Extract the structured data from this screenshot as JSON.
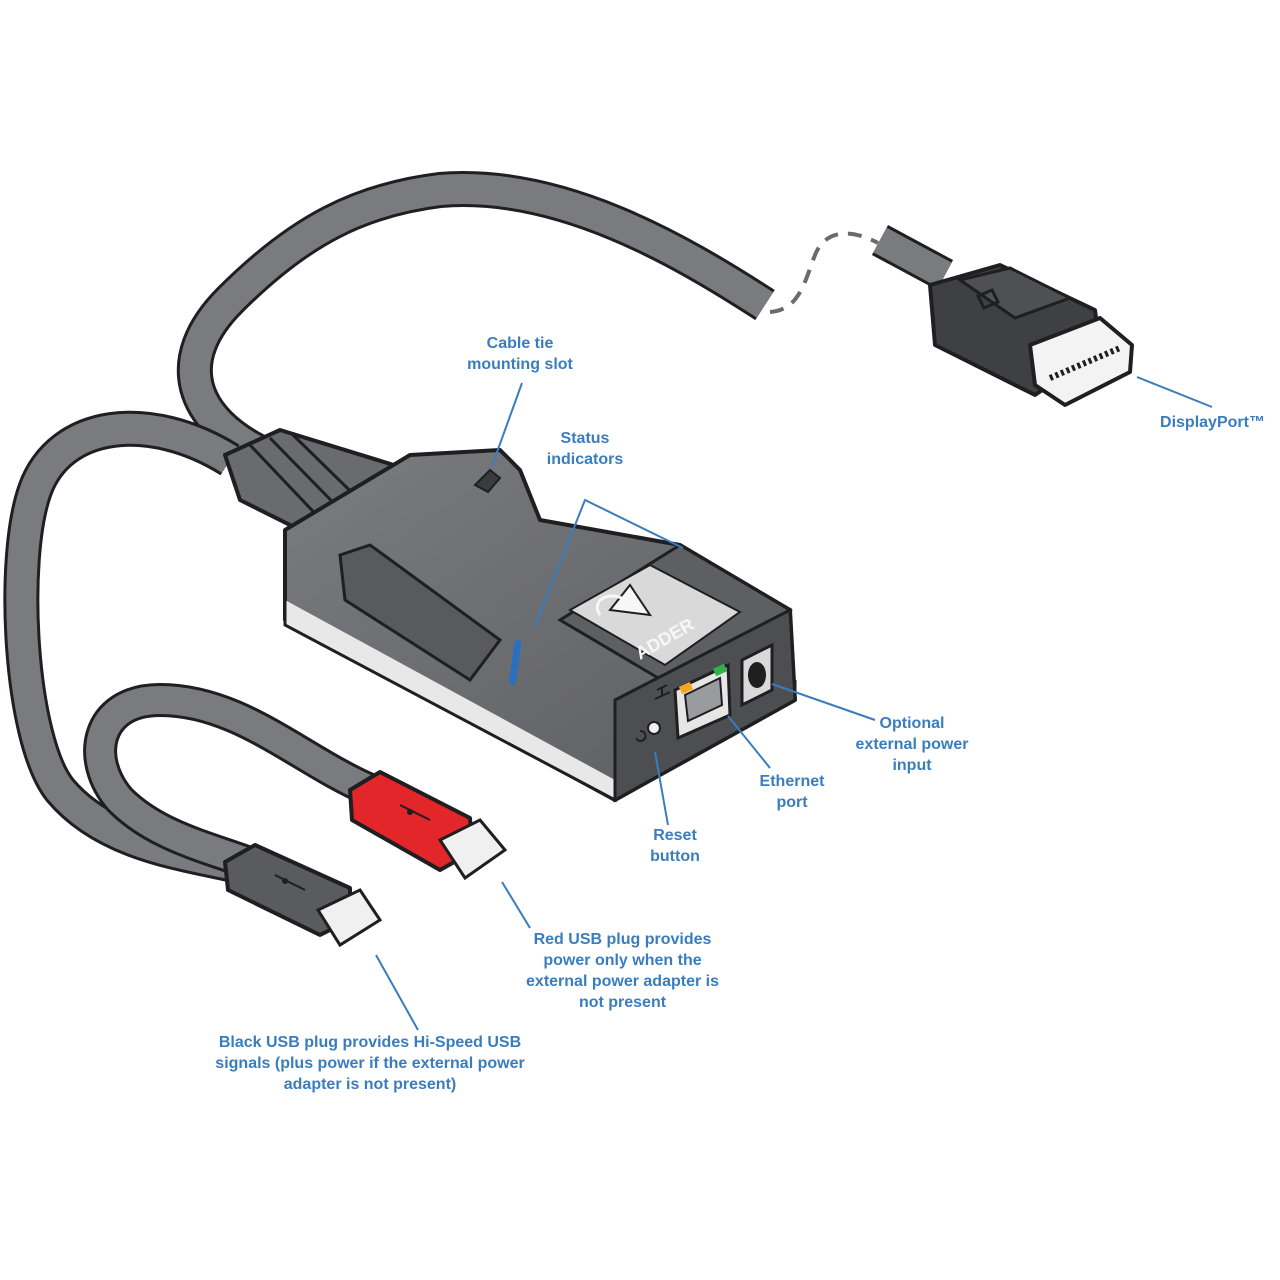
{
  "brand": {
    "logo_text": "ADDER",
    "accent": "#3a7dbf"
  },
  "colors": {
    "label": "#3a7dbf",
    "leader": "#3a7dbf",
    "cable": "#7a7b7e",
    "body": "#6d6e71",
    "body_dark": "#4d4e51",
    "red_plug": "#e3262a",
    "black_plug": "#5a5b5e",
    "led_orange": "#f5a623",
    "led_green": "#2db34a",
    "status_led": "#2a6fc0"
  },
  "icons": [
    "usb-icon",
    "displayport-icon",
    "network-icon",
    "reset-icon",
    "power-polarity-icon",
    "adder-logo-icon"
  ],
  "labels": {
    "cable_tie": [
      "Cable tie",
      "mounting slot"
    ],
    "status": [
      "Status",
      "indicators"
    ],
    "displayport": [
      "DisplayPort™"
    ],
    "power": [
      "Optional",
      "external power",
      "input"
    ],
    "ethernet": [
      "Ethernet",
      "port"
    ],
    "reset": [
      "Reset",
      "button"
    ],
    "red_usb": [
      "Red USB plug provides",
      "power only when the",
      "external power adapter is",
      "not present"
    ],
    "black_usb": [
      "Black USB plug provides Hi-Speed USB",
      "signals (plus power if the external power",
      "adapter is not present)"
    ]
  }
}
